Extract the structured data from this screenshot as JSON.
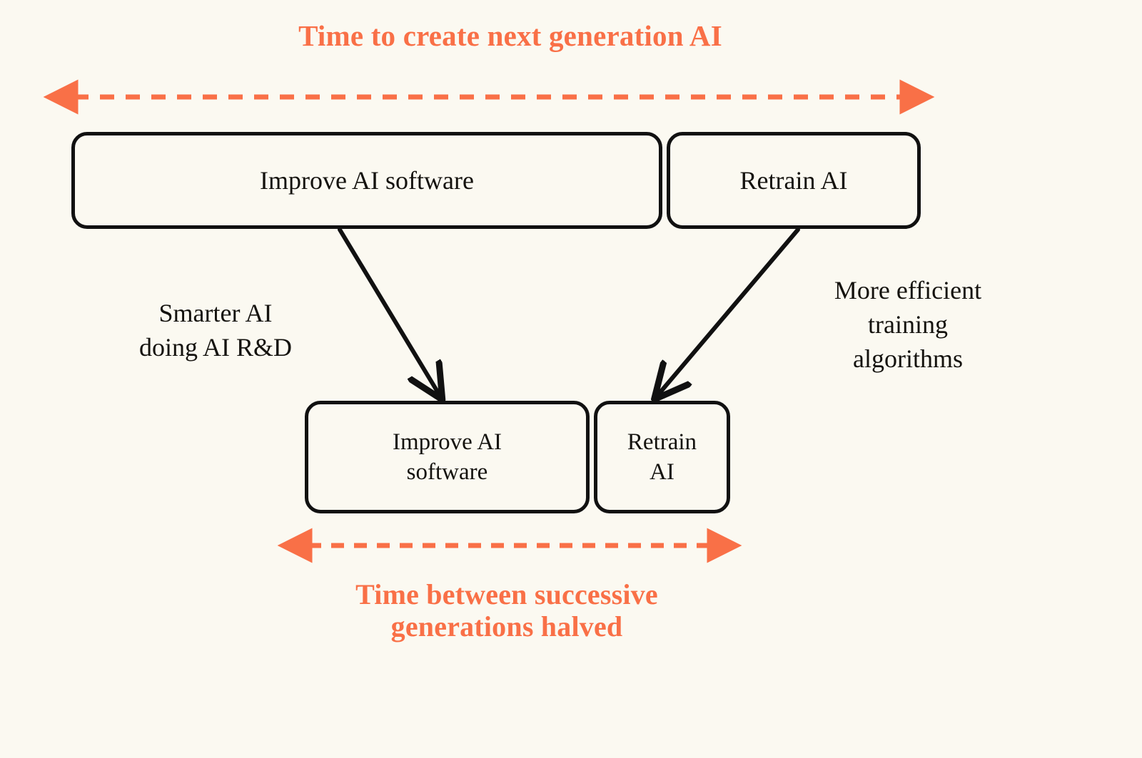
{
  "page": {
    "background_color": "#FBF9F1",
    "accent_color": "#F97047",
    "ink_color": "#14120E"
  },
  "title": {
    "text": "Time to create next generation AI",
    "color": "#F97047"
  },
  "bottom_caption": {
    "line1": "Time between successive",
    "line2": "generations halved",
    "color": "#F97047"
  },
  "boxes": {
    "top": [
      {
        "id": "improve-ai-software-top",
        "label": "Improve AI software"
      },
      {
        "id": "retrain-ai-top",
        "label": "Retrain AI"
      }
    ],
    "bottom": [
      {
        "id": "improve-ai-software-bottom",
        "line1": "Improve AI",
        "line2": "software"
      },
      {
        "id": "retrain-ai-bottom",
        "line1": "Retrain",
        "line2": "AI"
      }
    ]
  },
  "annotations": {
    "left": {
      "line1": "Smarter AI",
      "line2": "doing AI R&D"
    },
    "right": {
      "line1": "More efficient",
      "line2": "training",
      "line3": "algorithms"
    }
  },
  "arrows": {
    "top_measure": {
      "name": "time-to-create-next-generation-span",
      "style": "dashed double-headed",
      "color": "#F97047"
    },
    "bottom_measure": {
      "name": "time-between-generations-span",
      "style": "dashed double-headed",
      "color": "#F97047"
    },
    "left_connector": {
      "name": "smarter-ai-connector",
      "style": "solid single-headed",
      "color": "#111111"
    },
    "right_connector": {
      "name": "efficient-training-connector",
      "style": "solid single-headed",
      "color": "#111111"
    }
  }
}
